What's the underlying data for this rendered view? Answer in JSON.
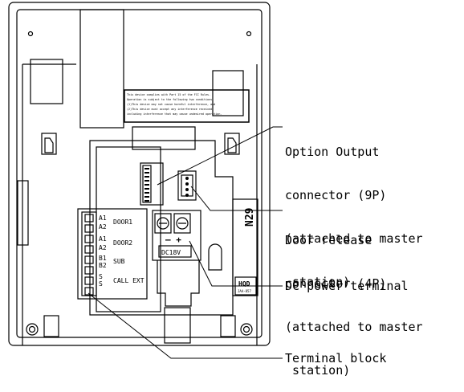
{
  "callouts": {
    "option_output": [
      "Option Output",
      "connector (9P)",
      "(attached to master",
      " station)"
    ],
    "door_release": [
      "Door release",
      "connector (4P)",
      "(attached to master",
      " station)"
    ],
    "dc_power": "DC power terminal",
    "terminal_block": "Terminal block"
  },
  "device": {
    "fcc_notice": [
      "This device complies with Part 15 of the FCC Rules.",
      "Operation is subject to the following two conditions:",
      "(1)This device may not cause harmful interference, and",
      "(2)This device must accept any interference received,",
      "including interference that may cause undesired operation."
    ],
    "terminal_labels": {
      "door1": "DOOR1",
      "door2": "DOOR2",
      "sub": "SUB",
      "call_ext": "CALL EXT",
      "a1": "A1",
      "a2": "A2",
      "b1": "B1",
      "b2": "B2",
      "s": "S"
    },
    "dc_label": "DC18V",
    "model_label": "N29",
    "hqd_label": "HQD",
    "hqd_sub": "JAA-857"
  }
}
